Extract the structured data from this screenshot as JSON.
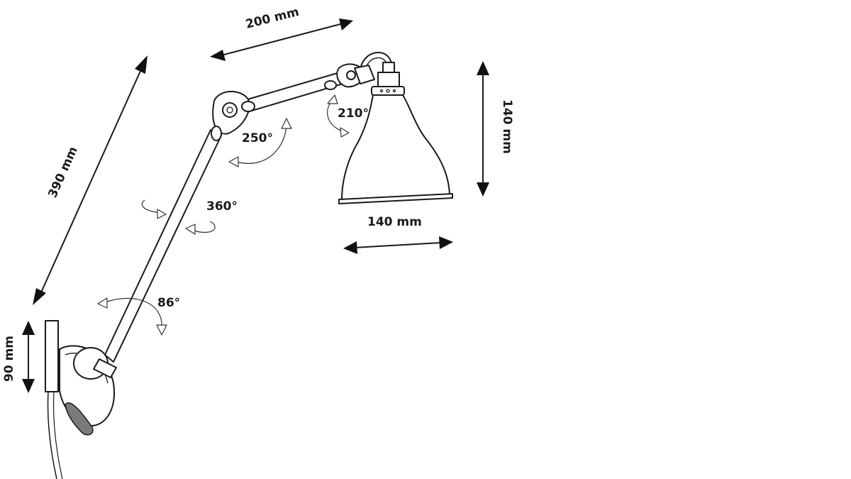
{
  "dimensions": {
    "arm_length": "390 mm",
    "upper_arm_length": "200 mm",
    "shade_height": "140 mm",
    "shade_width": "140 mm",
    "base_height": "90 mm"
  },
  "rotations": {
    "shade_joint": "210°",
    "elbow_joint": "250°",
    "arm_swivel": "360°",
    "base_joint": "86°"
  }
}
